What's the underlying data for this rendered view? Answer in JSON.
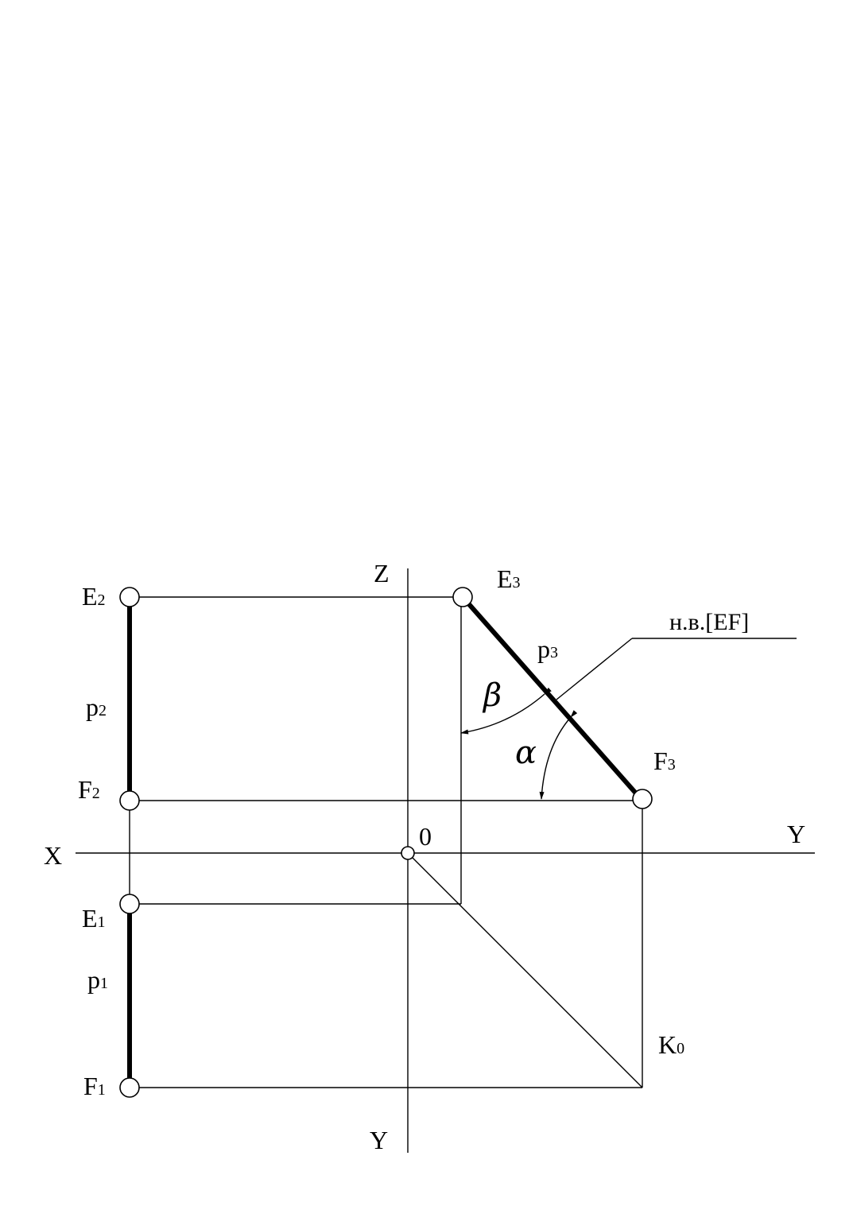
{
  "axes": {
    "x": "X",
    "z": "Z",
    "y_horizontal": "Y",
    "y_vertical": "Y",
    "origin": "0"
  },
  "points": {
    "e2": {
      "letter": "E",
      "index": "2"
    },
    "f2": {
      "letter": "F",
      "index": "2"
    },
    "e1": {
      "letter": "E",
      "index": "1"
    },
    "f1": {
      "letter": "F",
      "index": "1"
    },
    "e3": {
      "letter": "E",
      "index": "3"
    },
    "f3": {
      "letter": "F",
      "index": "3"
    },
    "k0": {
      "letter": "K",
      "index": "0"
    }
  },
  "segments": {
    "p2": {
      "letter": "p",
      "index": "2"
    },
    "p1": {
      "letter": "p",
      "index": "1"
    },
    "p3": {
      "letter": "p",
      "index": "3"
    }
  },
  "angles": {
    "alpha": "α",
    "beta": "β"
  },
  "true_length_label": "н.в.[EF]"
}
